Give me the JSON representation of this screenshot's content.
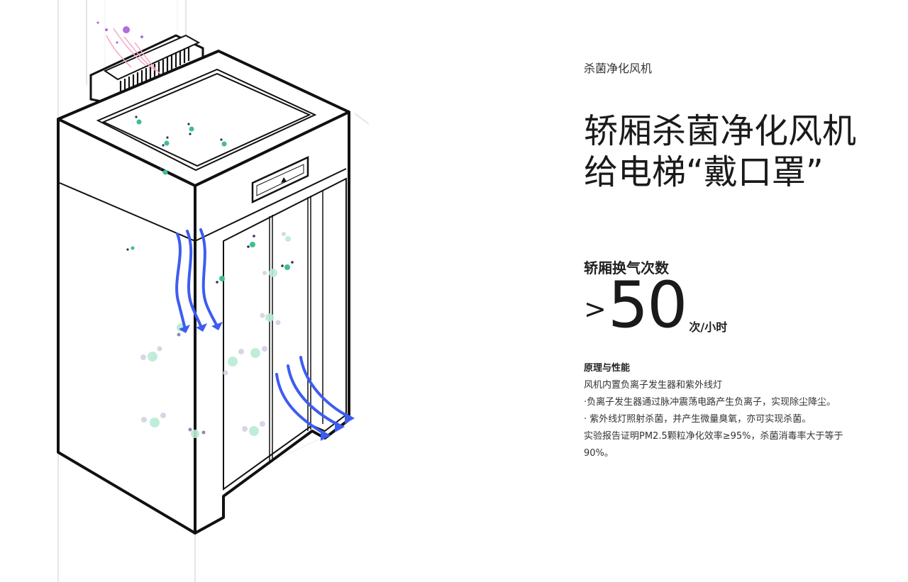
{
  "section": {
    "eyebrow": "杀菌净化风机",
    "headline_line1": "轿厢杀菌净化风机",
    "headline_line2": "给电梯“戴口罩”"
  },
  "stat": {
    "label": "轿厢换气次数",
    "prefix": ">",
    "value": "50",
    "unit": "次/小时"
  },
  "principle": {
    "title": "原理与性能",
    "lines": [
      "风机内置负离子发生器和紫外线灯",
      "·负离子发生器通过脉冲震荡电路产生负离子，实现除尘降尘。",
      "· 紫外线灯照射杀菌，并产生微量臭氧，亦可实现杀菌。",
      "实验报告证明PM2.5颗粒净化效率≥95%，杀菌消毒率大于等于90%。"
    ]
  },
  "illustration": {
    "airflow_color": "#3d5cf0",
    "particle_green": "#3fbf8f",
    "particle_navy": "#2b2f6b",
    "particle_violet": "#a35ad8"
  }
}
